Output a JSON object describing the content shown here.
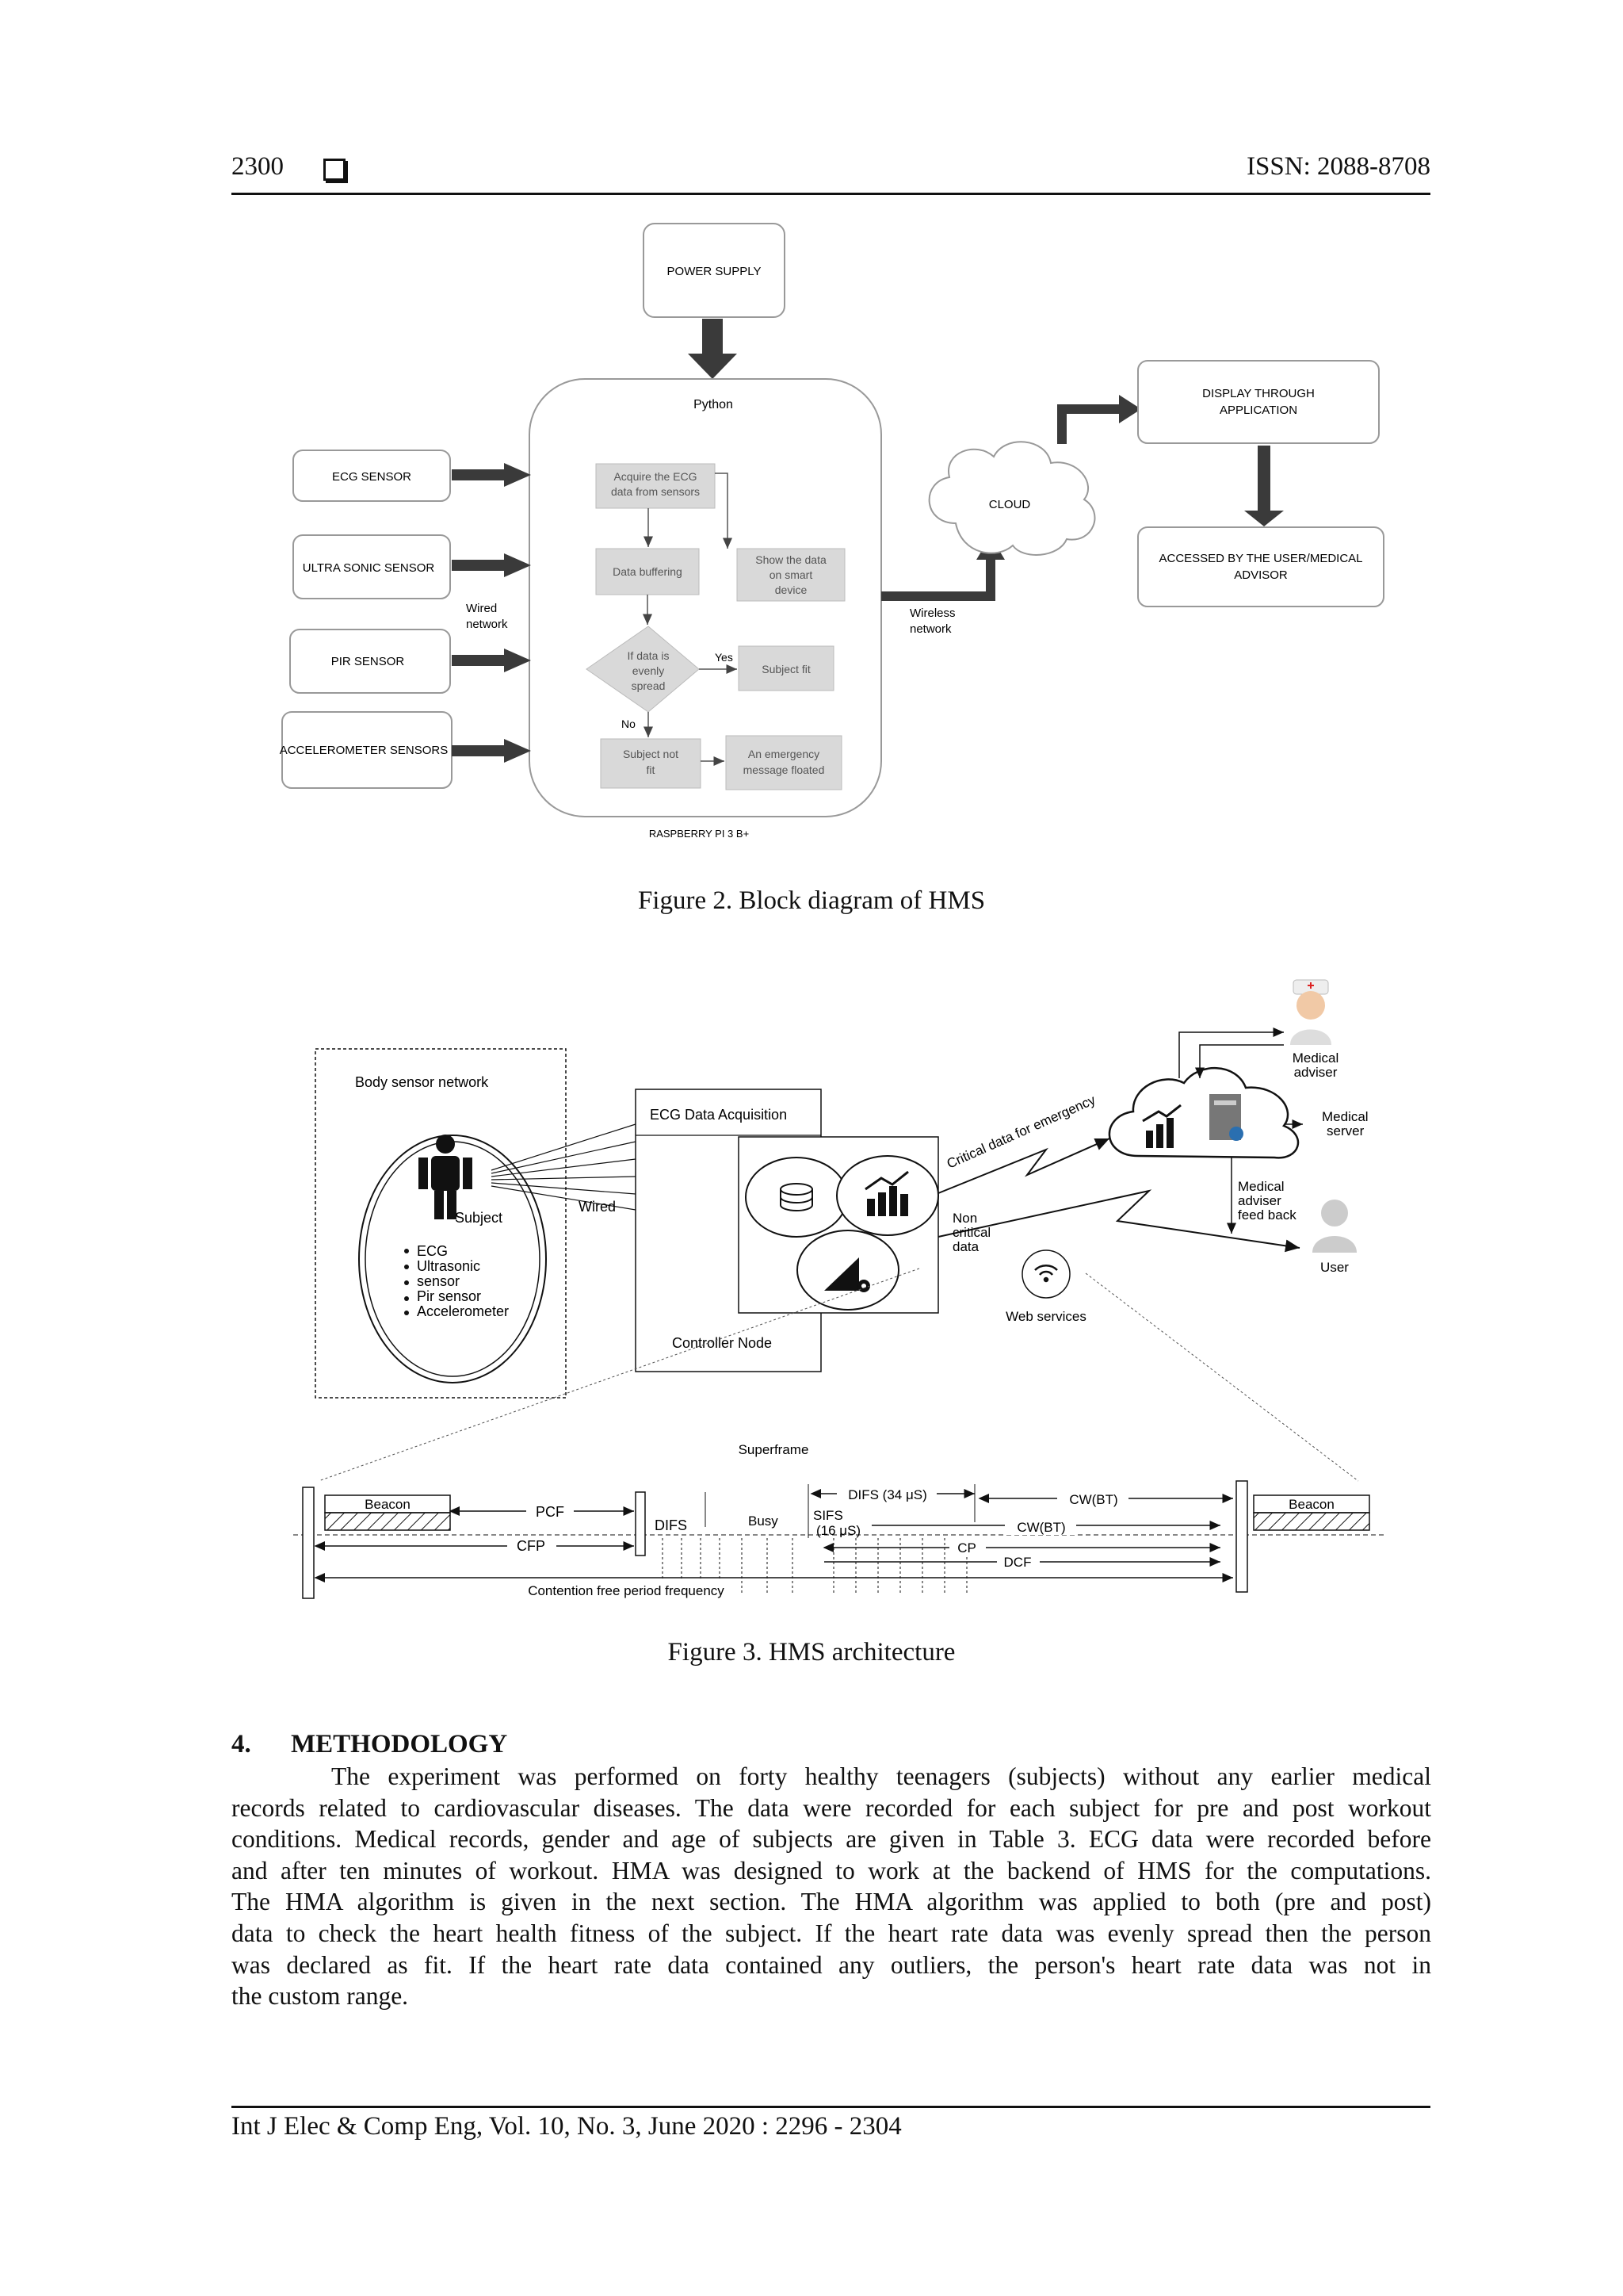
{
  "header": {
    "page_number": "2300",
    "issn": "ISSN: 2088-8708"
  },
  "figure2": {
    "caption": "Figure 2. Block diagram of HMS",
    "power_supply": "POWER SUPPLY",
    "python": "Python",
    "sensors": [
      "ECG SENSOR",
      "ULTRA SONIC SENSOR",
      "PIR SENSOR",
      "ACCELEROMETER SENSORS"
    ],
    "wired_network": [
      "Wired",
      "network"
    ],
    "acquire": [
      "Acquire the ECG",
      "data from sensors"
    ],
    "buffering": "Data buffering",
    "show_data": [
      "Show the data",
      "on smart",
      "device"
    ],
    "decision": [
      "If data is",
      "evenly",
      "spread"
    ],
    "yes": "Yes",
    "no": "No",
    "subject_fit": "Subject fit",
    "subject_not_fit": [
      "Subject not",
      "fit"
    ],
    "emergency": [
      "An emergency",
      "message floated"
    ],
    "board": "RASPBERRY  PI 3 B+",
    "wireless_network": [
      "Wireless",
      "network"
    ],
    "cloud": "CLOUD",
    "display": [
      "DISPLAY THROUGH",
      "APPLICATION"
    ],
    "accessed": [
      "ACCESSED BY THE USER/MEDICAL",
      "ADVISOR"
    ]
  },
  "figure3": {
    "caption": "Figure 3. HMS architecture",
    "body_sensor_network": "Body sensor network",
    "subject": "Subject",
    "sensor_list": [
      "ECG",
      "Ultrasonic",
      "sensor",
      "Pir sensor",
      "Accelerometer"
    ],
    "wired": "Wired",
    "ecg_acquisition": "ECG  Data Acquisition",
    "controller_node": "Controller Node",
    "critical": "Critical data for emergency",
    "non_critical": [
      "Non",
      "critical",
      "data"
    ],
    "web_services": "Web services",
    "medical_adviser": [
      "Medical",
      "adviser"
    ],
    "medical_server": [
      "Medical",
      "server"
    ],
    "feedback": [
      "Medical",
      "adviser",
      "feed back"
    ],
    "user": "User",
    "superframe": "Superframe",
    "beacon": "Beacon",
    "pcf": "PCF",
    "cfp": "CFP",
    "difs": "DIFS",
    "busy": "Busy",
    "difs34": "DIFS (34 μS)",
    "sifs": [
      "SIFS",
      "(16 μS)"
    ],
    "cwbt": "CW(BT)",
    "cp": "CP",
    "dcf": "DCF",
    "contention": "Contention free period frequency"
  },
  "section": {
    "number": "4.",
    "title": "METHODOLOGY",
    "lines": [
      "The experiment was performed on forty healthy teenagers (subjects) without any earlier medical",
      "records related to cardiovascular diseases. The data were recorded for each subject for pre and post workout",
      "conditions. Medical records, gender and age of subjects are given in Table 3. ECG data were recorded before",
      "and after ten minutes of workout. HMA was designed to work at the backend of HMS for the computations.",
      "The HMA algorithm is given in the next section. The HMA algorithm was applied to both (pre and post)",
      "data to check the heart health fitness of the subject. If the heart rate data was evenly spread then the person",
      "was declared as fit. If the heart rate data contained any outliers, the person's heart rate data was not in",
      "the custom range."
    ]
  },
  "footer": {
    "citation": "Int J Elec & Comp Eng, Vol. 10, No. 3, June 2020 :  2296 - 2304"
  }
}
